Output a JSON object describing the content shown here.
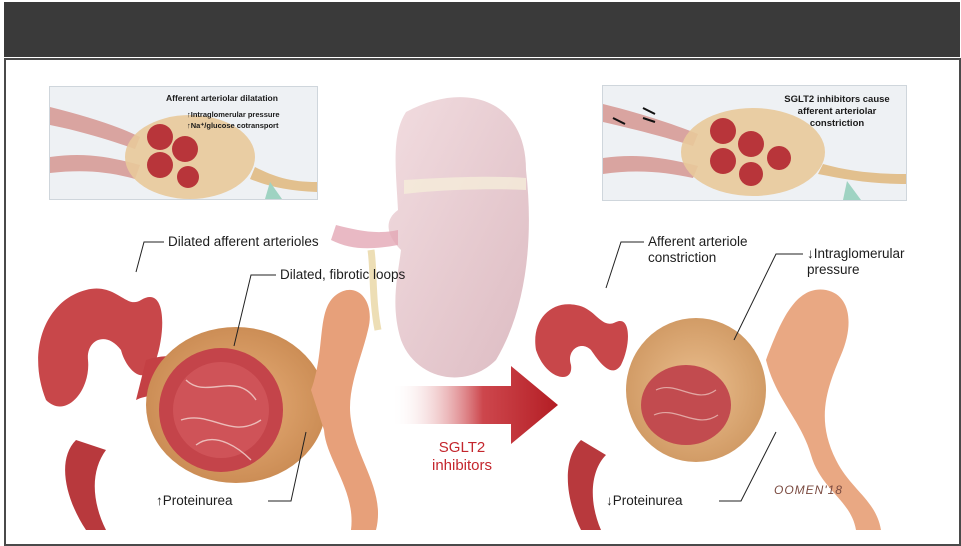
{
  "slide": {
    "title": ""
  },
  "inset_left": {
    "line1": "Afferent arteriolar dilatation",
    "line2": "↑Intraglomerular pressure",
    "line3": "↑Na⁺/glucose cotransport"
  },
  "inset_right": {
    "line1": "SGLT2 inhibitors cause afferent arteriolar constriction"
  },
  "left_labels": {
    "dilated_arterioles": "Dilated afferent arterioles",
    "fibrotic_loops": "Dilated, fibrotic loops",
    "proteinuria": "↑Proteinurea"
  },
  "right_labels": {
    "constriction_line1": "Afferent arteriole",
    "constriction_line2": "constriction",
    "pressure_line1": "↓Intraglomerular",
    "pressure_line2": "pressure",
    "proteinuria": "↓Proteinurea"
  },
  "arrow_label": {
    "line1": "SGLT2",
    "line2": "inhibitors"
  },
  "signature": "OOMEN'18",
  "colors": {
    "title_bar": "#3a3a3a",
    "arrow_red": "#c4262d",
    "vessel_red": "#c8474a",
    "tubule_peach": "#e7a07a",
    "kidney_pink": "#e7c9cf"
  }
}
